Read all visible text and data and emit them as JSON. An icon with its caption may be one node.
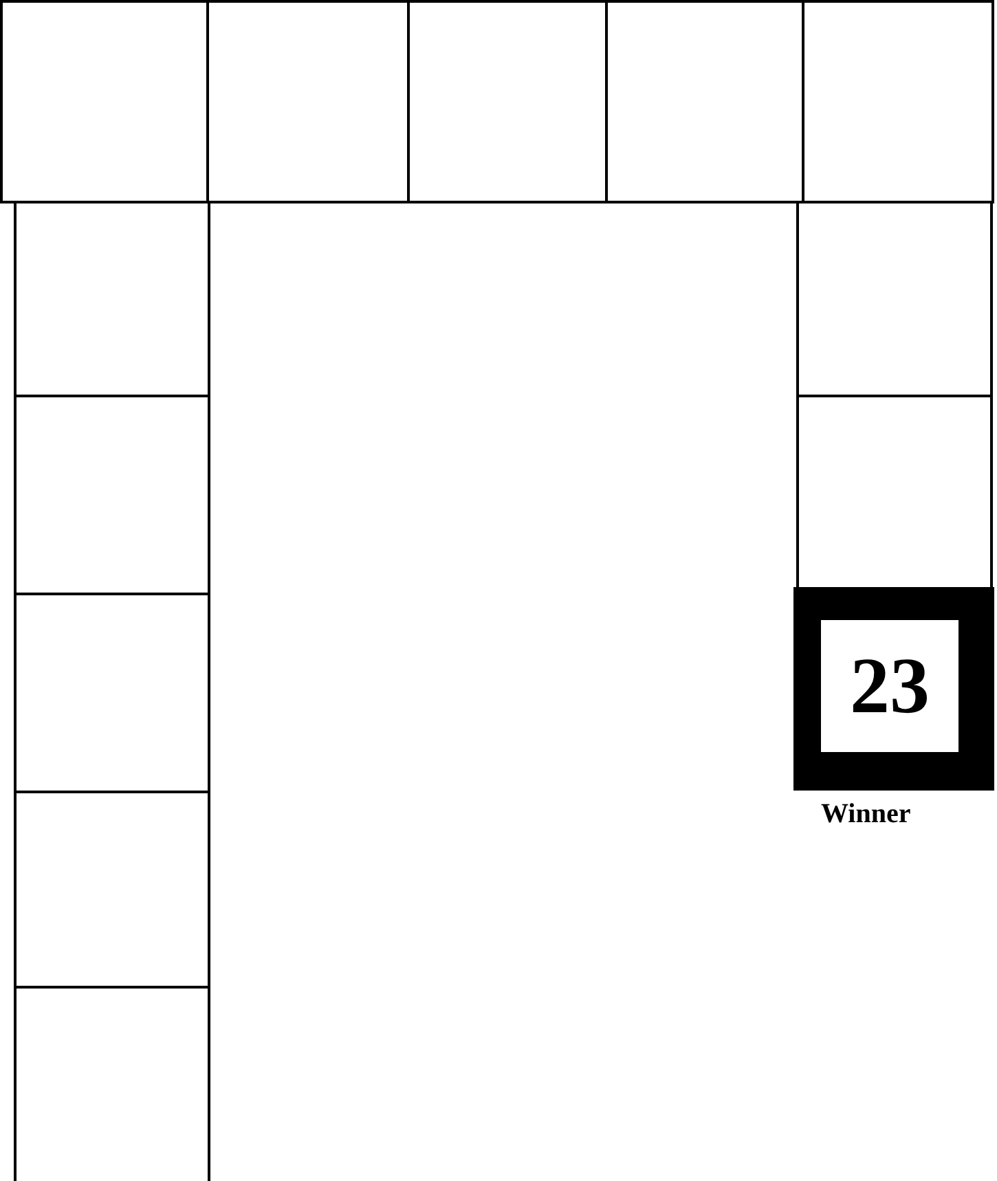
{
  "diagram": {
    "nodes": [
      {
        "text": [],
        "shape": "box"
      },
      {
        "text": [],
        "shape": "box"
      },
      {
        "text": [],
        "shape": "box"
      },
      {
        "text": [],
        "shape": "box"
      },
      {
        "text": [],
        "shape": "box"
      },
      {
        "text": [],
        "shape": "box"
      },
      {
        "text": [],
        "shape": "box"
      },
      {
        "text": [],
        "shape": "box"
      },
      {
        "text": [],
        "shape": "box"
      },
      {
        "text": [],
        "shape": "box"
      },
      {
        "text": [
          "23"
        ],
        "beside": [
          "Winner"
        ]
      },
      {
        "text": [],
        "shape": "box"
      },
      {
        "text": [],
        "shape": "box"
      }
    ]
  }
}
